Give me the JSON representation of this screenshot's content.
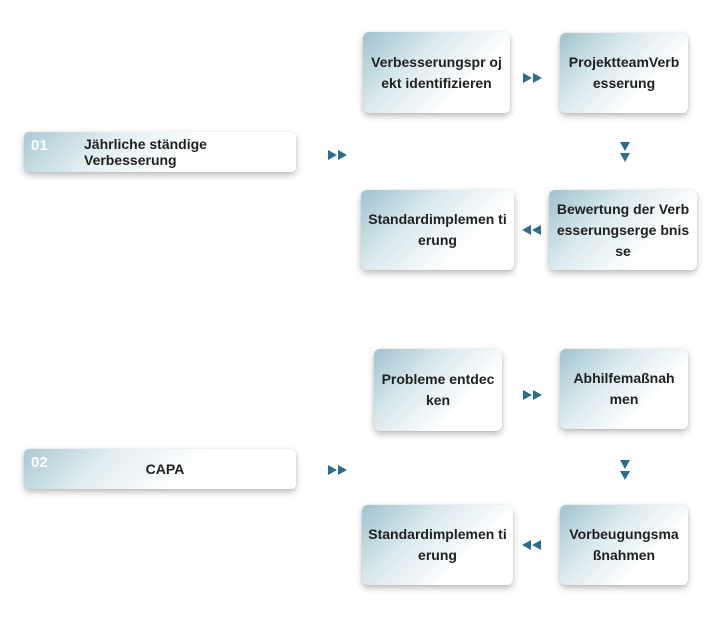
{
  "colors": {
    "arrow": "#2c6d8c",
    "number": "#ffffff",
    "text": "#1f1f1f"
  },
  "processes": [
    {
      "number": "01",
      "title": "Jährliche ständige Verbesserung",
      "steps": {
        "identify": "Verbesserungspr ojekt identifizieren",
        "team": "ProjektteamVerb esserung",
        "evaluate": "Bewertung der Verbesserungserge bnisse",
        "standardize": "Standardimplemen tierung"
      }
    },
    {
      "number": "02",
      "title": "CAPA",
      "steps": {
        "discover": "Probleme entdecken",
        "remedy": "Abhilfemaßnah men",
        "prevent": "Vorbeugungsma ßnahmen",
        "standardize": "Standardimplemen tierung"
      }
    }
  ]
}
